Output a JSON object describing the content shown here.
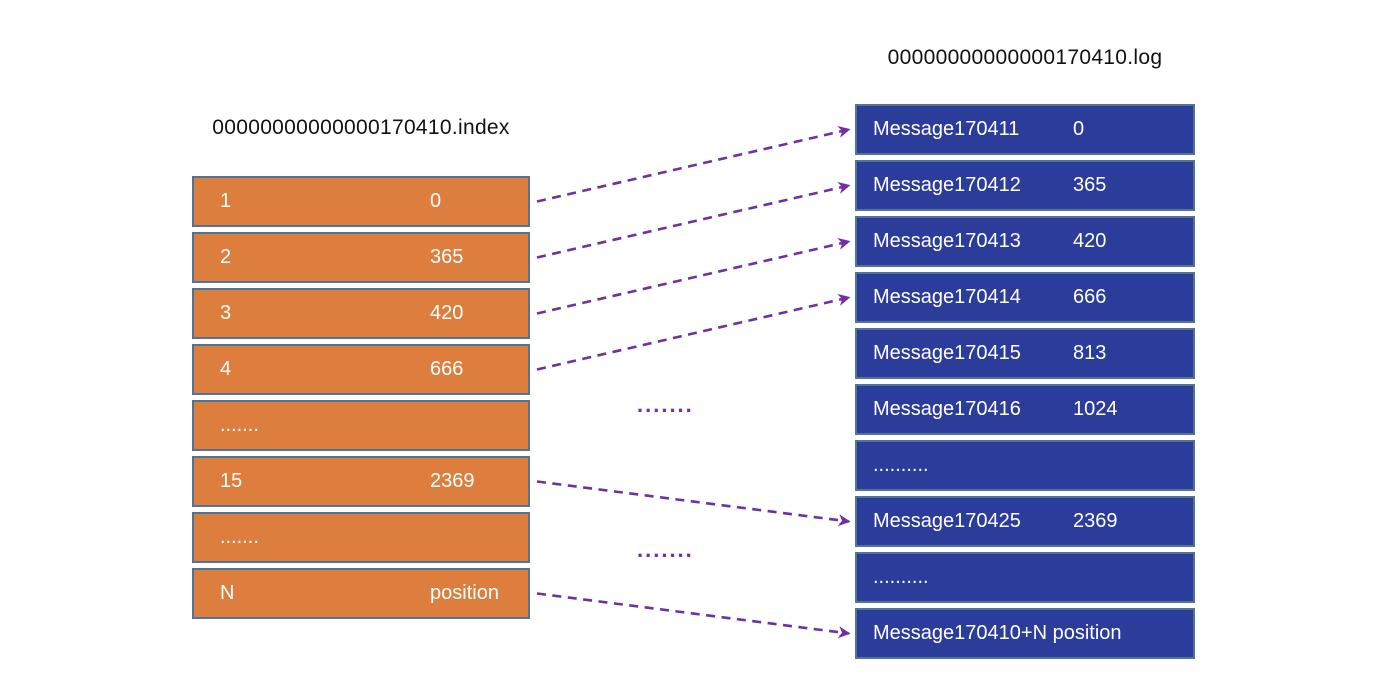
{
  "diagram": {
    "index_file": {
      "title": "00000000000000170410.index",
      "rows": [
        {
          "offset": "1",
          "position": "0"
        },
        {
          "offset": "2",
          "position": "365"
        },
        {
          "offset": "3",
          "position": "420"
        },
        {
          "offset": "4",
          "position": "666"
        },
        {
          "offset": ".......",
          "position": ""
        },
        {
          "offset": "15",
          "position": "2369"
        },
        {
          "offset": ".......",
          "position": ""
        },
        {
          "offset": "N",
          "position": "position"
        }
      ]
    },
    "log_file": {
      "title": "00000000000000170410.log",
      "rows": [
        {
          "message": "Message170411",
          "position": "0"
        },
        {
          "message": "Message170412",
          "position": "365"
        },
        {
          "message": "Message170413",
          "position": "420"
        },
        {
          "message": "Message170414",
          "position": "666"
        },
        {
          "message": "Message170415",
          "position": "813"
        },
        {
          "message": "Message170416",
          "position": "1024"
        },
        {
          "message": "..........",
          "position": ""
        },
        {
          "message": "Message170425",
          "position": "2369"
        },
        {
          "message": "..........",
          "position": ""
        },
        {
          "message": "Message170410+N position",
          "position": ""
        }
      ]
    },
    "connections": [
      {
        "from": 0,
        "to": 0
      },
      {
        "from": 1,
        "to": 1
      },
      {
        "from": 2,
        "to": 2
      },
      {
        "from": 3,
        "to": 3
      },
      {
        "from": 5,
        "to": 7
      },
      {
        "from": 7,
        "to": 9
      }
    ],
    "ellipsis_labels": [
      ".......",
      "......."
    ],
    "colors": {
      "index_row_fill": "#DD7E3E",
      "log_row_fill": "#2B3C9B",
      "row_border": "#517394",
      "arrow": "#7030A0",
      "row_text": "#FFFFFF",
      "title_text": "#111111"
    }
  }
}
